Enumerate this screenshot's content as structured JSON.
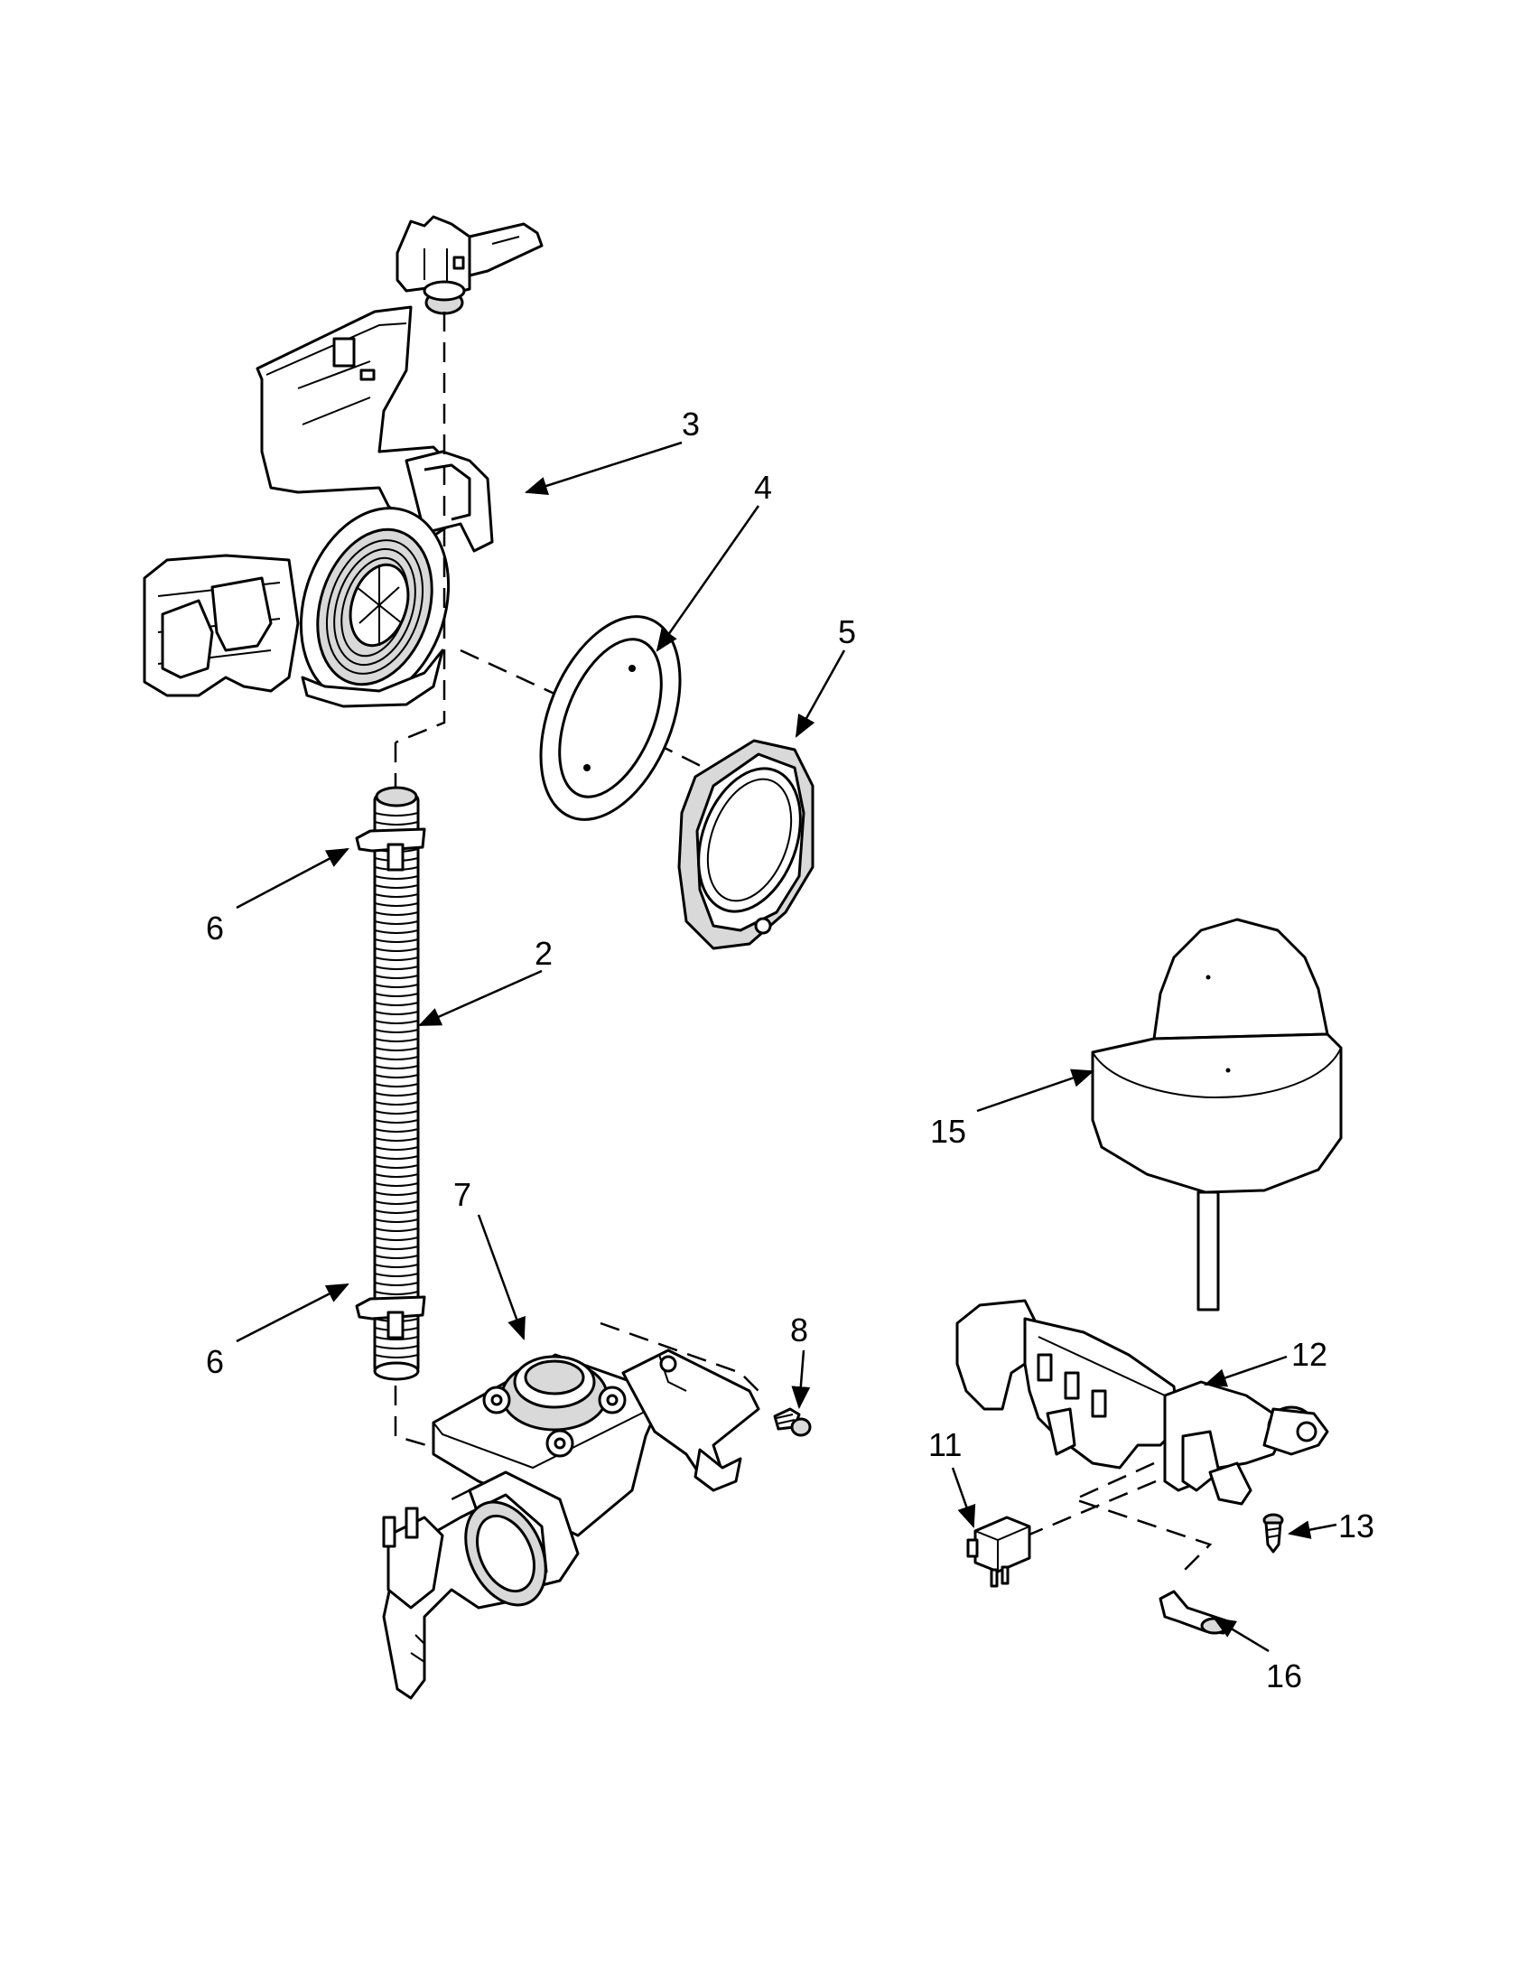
{
  "callouts": {
    "c2": "2",
    "c3": "3",
    "c4": "4",
    "c5": "5",
    "c6a": "6",
    "c6b": "6",
    "c7": "7",
    "c8": "8",
    "c11": "11",
    "c12": "12",
    "c13": "13",
    "c15": "15",
    "c16": "16"
  }
}
